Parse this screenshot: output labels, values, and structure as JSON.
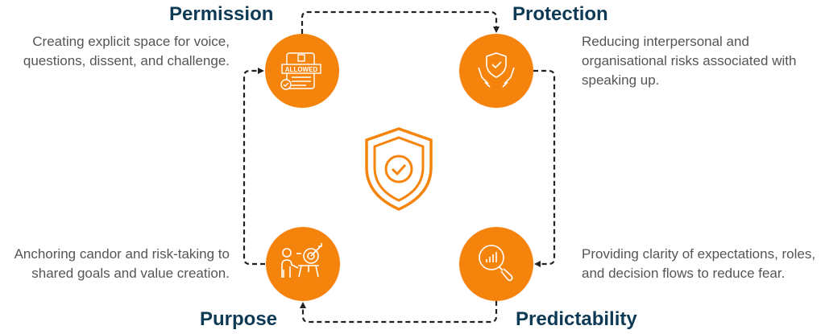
{
  "colors": {
    "accent": "#f5840c",
    "title": "#0e3a55",
    "text": "#555555",
    "connector": "#222222"
  },
  "center_icon": "shield-check-icon",
  "nodes": [
    {
      "title": "Permission",
      "description": "Creating explicit space for voice, questions, dissent, and challenge.",
      "icon": "allowed-document-icon",
      "icon_text": "ALLOWED"
    },
    {
      "title": "Protection",
      "description": "Reducing interpersonal and organisational risks associated with speaking up.",
      "icon": "shield-hands-icon"
    },
    {
      "title": "Predictability",
      "description": "Providing clarity of expectations, roles, and decision flows to reduce fear.",
      "icon": "magnifier-chart-icon"
    },
    {
      "title": "Purpose",
      "description": "Anchoring candor and risk-taking to shared goals and value creation.",
      "icon": "presenter-target-icon"
    }
  ]
}
